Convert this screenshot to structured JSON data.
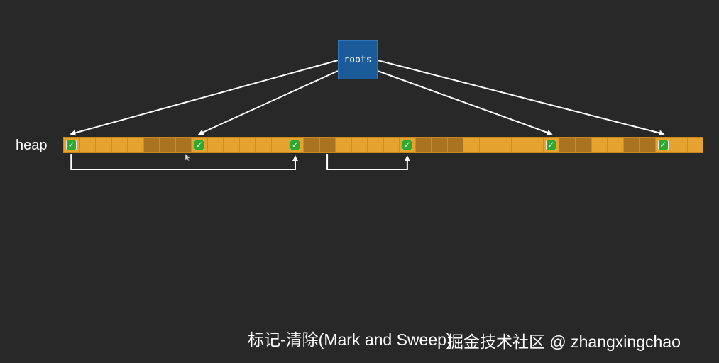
{
  "diagram": {
    "roots_label": "roots",
    "heap_label": "heap",
    "cell_count": 40,
    "marked_cells": [
      0,
      8,
      14,
      21,
      30,
      37
    ],
    "dead_cells": [
      5,
      6,
      7,
      15,
      16,
      22,
      23,
      24,
      31,
      32,
      35,
      36
    ],
    "root_references": [
      0,
      8,
      30,
      37
    ],
    "internal_references": [
      {
        "from": 0,
        "to": 14
      },
      {
        "from": 16,
        "to": 21
      }
    ]
  },
  "caption": "标记-清除(Mark and Sweep)",
  "watermark": "掘金技术社区 @ zhangxingchao",
  "colors": {
    "background": "#282828",
    "roots_box": "#1c5b9a",
    "live_cell": "#e6a22e",
    "dead_cell": "#a9731f",
    "check": "#2fa82f",
    "arrow": "#ffffff"
  }
}
